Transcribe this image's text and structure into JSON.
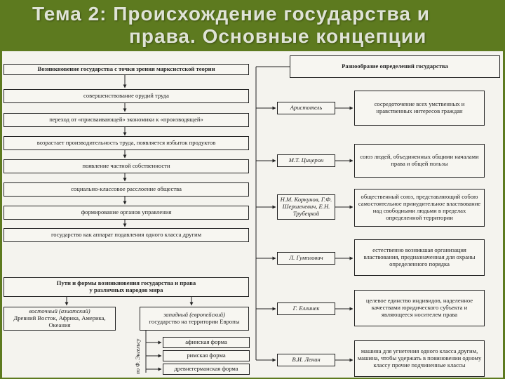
{
  "title": {
    "line1": "Тема 2: Происхождение государства и",
    "line2": "права. Основные концепции"
  },
  "left": {
    "header": "Возникновение государства с точки зрения марксистской теории",
    "steps": [
      "совершенствование орудий труда",
      "переход от «присваивающей» экономики к «производящей»",
      "возрастает производительность труда, появляется избыток продуктов",
      "появление частной собственности",
      "социально-классовое расслоение общества",
      "формирование органов управления",
      "государство как аппарат подавления одного класса другим"
    ],
    "ways_header_1": "Пути и формы возникновения государства и права",
    "ways_header_2": "у различных народов мира",
    "eastern_title": "восточный (азиатский)",
    "eastern_text": "Древний Восток, Африка, Америка, Океания",
    "western_title": "западный (европейский)",
    "western_text": "государство на территории Европы",
    "engels_label": "по Ф. Энгельсу",
    "forms": [
      "афинская форма",
      "римская форма",
      "древнегерманская форма"
    ]
  },
  "right": {
    "header": "Разнообразие определений государства",
    "rows": [
      {
        "author": "Аристотель",
        "definition": "сосредоточение всех умственных и нравственных интересов граждан"
      },
      {
        "author": "М.Т. Цицерон",
        "definition": "союз людей, объединенных общими началами права и общей пользы"
      },
      {
        "author": "Н.М. Коркунов, Г.Ф. Шершеневич, Е.Н. Трубецкой",
        "definition": "общественный союз, представляющий собою самостоятельное принудительное властвование над свободными людьми в пределах определенной территории"
      },
      {
        "author": "Л. Гумплович",
        "definition": "естественно возникшая организация властвования, предназначенная для охраны определенного порядка"
      },
      {
        "author": "Г. Еллинек",
        "definition": "целевое единство индивидов, наделенное качествами юридического субъекта и являющееся носителем права"
      },
      {
        "author": "В.И. Ленин",
        "definition": "машина для угнетения одного класса другим, машина, чтобы удержать в повиновении одному классу прочие подчиненные классы"
      }
    ]
  }
}
